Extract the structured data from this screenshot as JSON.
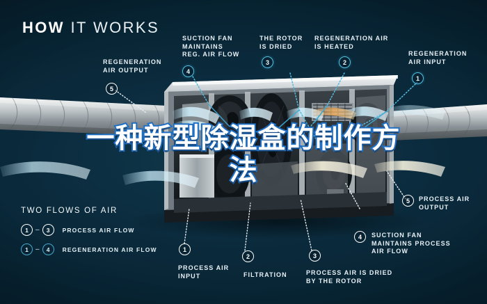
{
  "header": {
    "title_bold": "HOW",
    "title_light": "IT WORKS"
  },
  "overlay": {
    "line1": "一种新型除湿盒的制作方",
    "line2": "法"
  },
  "callouts": [
    {
      "id": "regeneration-air-output",
      "number": "5",
      "text": "REGENERATION\nAIR OUTPUT",
      "style": "white"
    },
    {
      "id": "suction-fan-reg",
      "number": "4",
      "text": "SUCTION FAN\nMAINTAINS\nREG. AIR FLOW",
      "style": "cyan"
    },
    {
      "id": "rotor-is-dried",
      "number": "3",
      "text": "THE ROTOR\nIS DRIED",
      "style": "cyan"
    },
    {
      "id": "regeneration-air-heated",
      "number": "2",
      "text": "REGENERATION AIR\nIS HEATED",
      "style": "cyan"
    },
    {
      "id": "regeneration-air-input",
      "number": "1",
      "text": "REGENERATION\nAIR INPUT",
      "style": "cyan"
    },
    {
      "id": "process-air-output",
      "number": "5",
      "text": "PROCESS AIR\nOUTPUT",
      "style": "white"
    },
    {
      "id": "suction-fan-process",
      "number": "4",
      "text": "SUCTION FAN\nMAINTAINS PROCESS\nAIR FLOW",
      "style": "white"
    },
    {
      "id": "process-air-dried",
      "number": "3",
      "text": "PROCESS AIR IS DRIED\nBY THE ROTOR",
      "style": "white"
    },
    {
      "id": "filtration",
      "number": "2",
      "text": "FILTRATION",
      "style": "white"
    },
    {
      "id": "process-air-input",
      "number": "1",
      "text": "PROCESS AIR\nINPUT",
      "style": "white"
    }
  ],
  "legend": {
    "title": "TWO FLOWS OF AIR",
    "rows": [
      {
        "from": "1",
        "dash": "–",
        "to": "3",
        "label": "PROCESS AIR FLOW",
        "style": "white"
      },
      {
        "from": "1",
        "dash": "–",
        "to": "4",
        "label": "REGENERATION AIR FLOW",
        "style": "cyan"
      }
    ]
  },
  "colors": {
    "background": "#082433",
    "accent_cyan": "#4fc3e8",
    "text_white": "#e8f1f6",
    "overlay_outline": "#1f6fc4",
    "airflow_blue": "#9ed8ef"
  }
}
